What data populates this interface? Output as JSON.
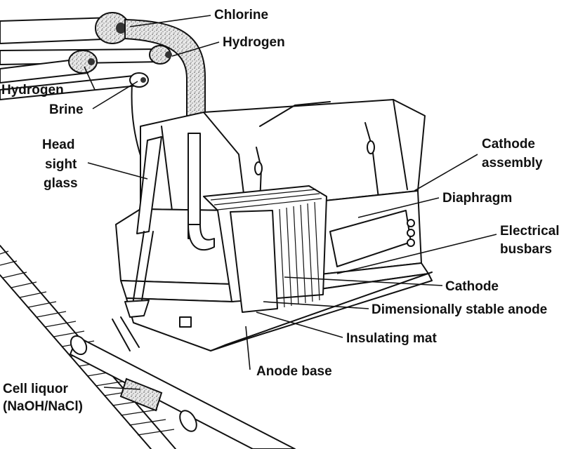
{
  "labels": {
    "chlorine": "Chlorine",
    "hydrogen_top": "Hydrogen",
    "hydrogen_left": "Hydrogen",
    "brine": "Brine",
    "head_sight_glass": [
      "Head",
      "sight",
      "glass"
    ],
    "cathode_assembly": [
      "Cathode",
      "assembly"
    ],
    "diaphragm": "Diaphragm",
    "electrical_busbars": [
      "Electrical",
      "busbars"
    ],
    "cathode": "Cathode",
    "dimensionally_stable_anode": "Dimensionally stable anode",
    "insulating_mat": "Insulating mat",
    "anode_base": "Anode base",
    "cell_liquor": [
      "Cell liquor",
      "(NaOH/NaCl)"
    ]
  }
}
